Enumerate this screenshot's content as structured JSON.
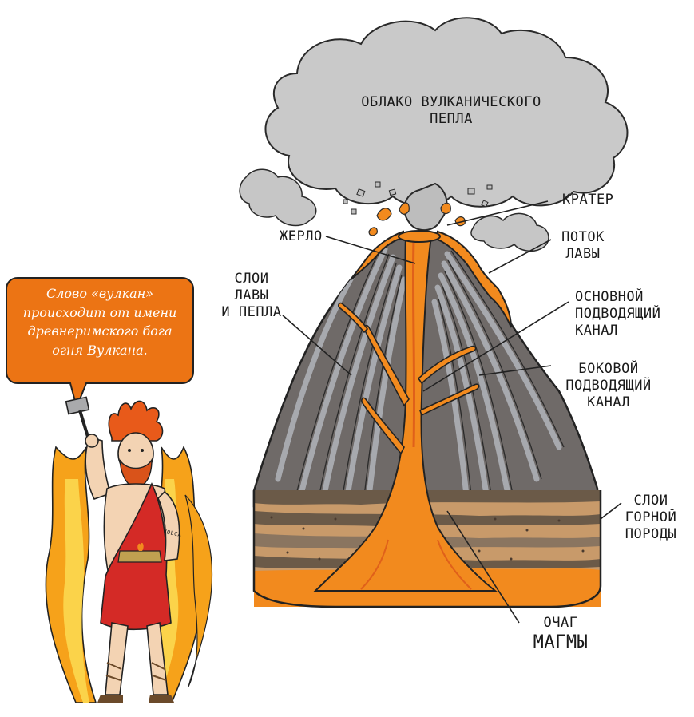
{
  "title": "Строение вулкана",
  "labels": {
    "ash_cloud": [
      "ОБЛАКО ВУЛКАНИЧЕСКОГО",
      "ПЕПЛА"
    ],
    "crater": [
      "КРАТЕР"
    ],
    "vent": [
      "ЖЕРЛО"
    ],
    "lava_flow": [
      "ПОТОК",
      "ЛАВЫ"
    ],
    "lava_ash_layers": [
      "СЛОИ",
      "ЛАВЫ",
      "И ПЕПЛА"
    ],
    "main_conduit": [
      "ОСНОВНОЙ",
      "ПОДВОДЯЩИЙ",
      "КАНАЛ"
    ],
    "side_conduit": [
      "БОКОВОЙ",
      "ПОДВОДЯЩИЙ",
      "КАНАЛ"
    ],
    "rock_layers": [
      "СЛОИ",
      "ГОРНОЙ",
      "ПОРОДЫ"
    ],
    "magma_chamber": [
      "ОЧАГ",
      "МАГМЫ"
    ]
  },
  "speech_bubble": {
    "lines": [
      "Слово «вулкан»",
      "происходит от имени",
      "древнеримского бога",
      "огня Вулкана."
    ]
  },
  "figure": {
    "tattoo_text": "VOLCA"
  },
  "colors": {
    "bubble": "#ec7414",
    "lava": "#f28a1e",
    "lava_dark": "#e0601a",
    "cone": "#6f6a68",
    "cone_stripe": "#a7a9ae",
    "ash": "#c8c8c8",
    "rock_dark": "#6b5a48",
    "rock_light": "#c89a6a",
    "flame": "#f6a21a",
    "flame_light": "#fbd34a",
    "toga": "#d42a26",
    "skin": "#f3d3b3"
  }
}
